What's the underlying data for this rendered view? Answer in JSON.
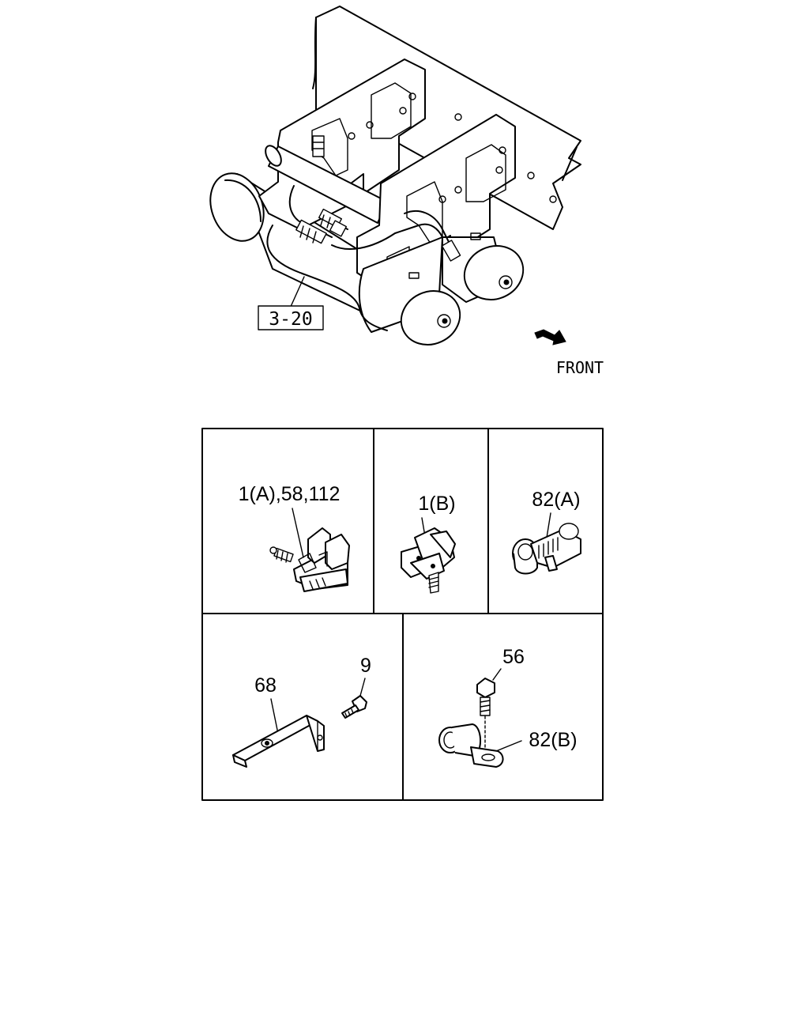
{
  "main_view": {
    "ref_label": "3-20",
    "direction_label": "FRONT"
  },
  "panels": {
    "p1": {
      "label": "1(A),58,112"
    },
    "p2": {
      "label": "1(B)"
    },
    "p3": {
      "label": "82(A)"
    },
    "p4": {
      "label_bracket": "68",
      "label_bolt": "9"
    },
    "p5": {
      "label_bolt": "56",
      "label_clamp": "82(B)"
    }
  }
}
